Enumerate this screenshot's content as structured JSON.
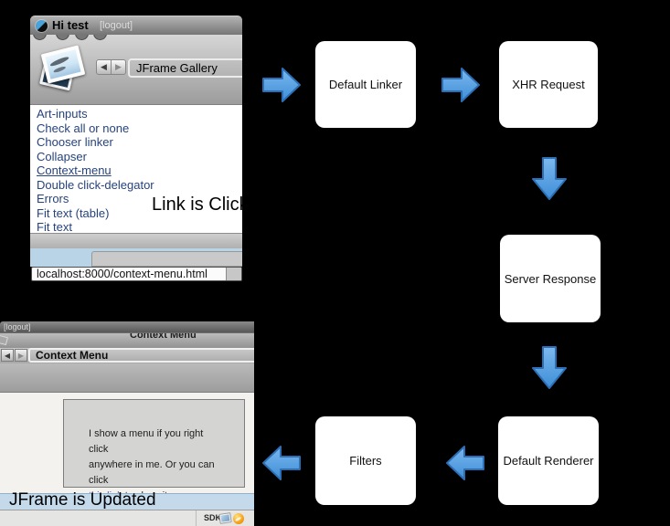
{
  "flow": {
    "boxes": [
      {
        "label": "Default Linker"
      },
      {
        "label": "XHR Request"
      },
      {
        "label": "Server Response"
      },
      {
        "label": "Default Renderer"
      },
      {
        "label": "Filters"
      }
    ],
    "labels": {
      "link_clicked": "Link is Clicked",
      "jframe_updated": "JFrame is Updated"
    },
    "colors": {
      "arrow_fill_light": "#7cb8ee",
      "arrow_fill_dark": "#3e8ed8",
      "arrow_stroke": "#2d6fb4",
      "box_background": "#ffffff"
    }
  },
  "icons": {
    "back": "◀",
    "forward": "▶"
  },
  "screenshot1": {
    "titlebar": {
      "title": "Hi test",
      "logout": "[logout]"
    },
    "toolbar": {
      "gallery_title": "JFrame Gallery"
    },
    "links": [
      "Art-inputs",
      "Check all or none",
      "Chooser linker",
      "Collapser",
      "Context-menu",
      "Double click-delegator",
      "Errors",
      "Fit text (table)",
      "Fit text"
    ],
    "link_color": "#26437c",
    "status_tooltip": "localhost:8000/context-menu.html"
  },
  "screenshot2": {
    "titlebar": {
      "logout": "[logout]"
    },
    "header_title": "Context Menu",
    "nav_title": "Context Menu",
    "content_box": {
      "line1": "I show a menu if you right click",
      "line2": "anywhere in me. Or you can click",
      "link_text": "this link",
      "line3_rest": " to show it."
    },
    "statusbar": {
      "sdk_label": "SDK"
    }
  }
}
